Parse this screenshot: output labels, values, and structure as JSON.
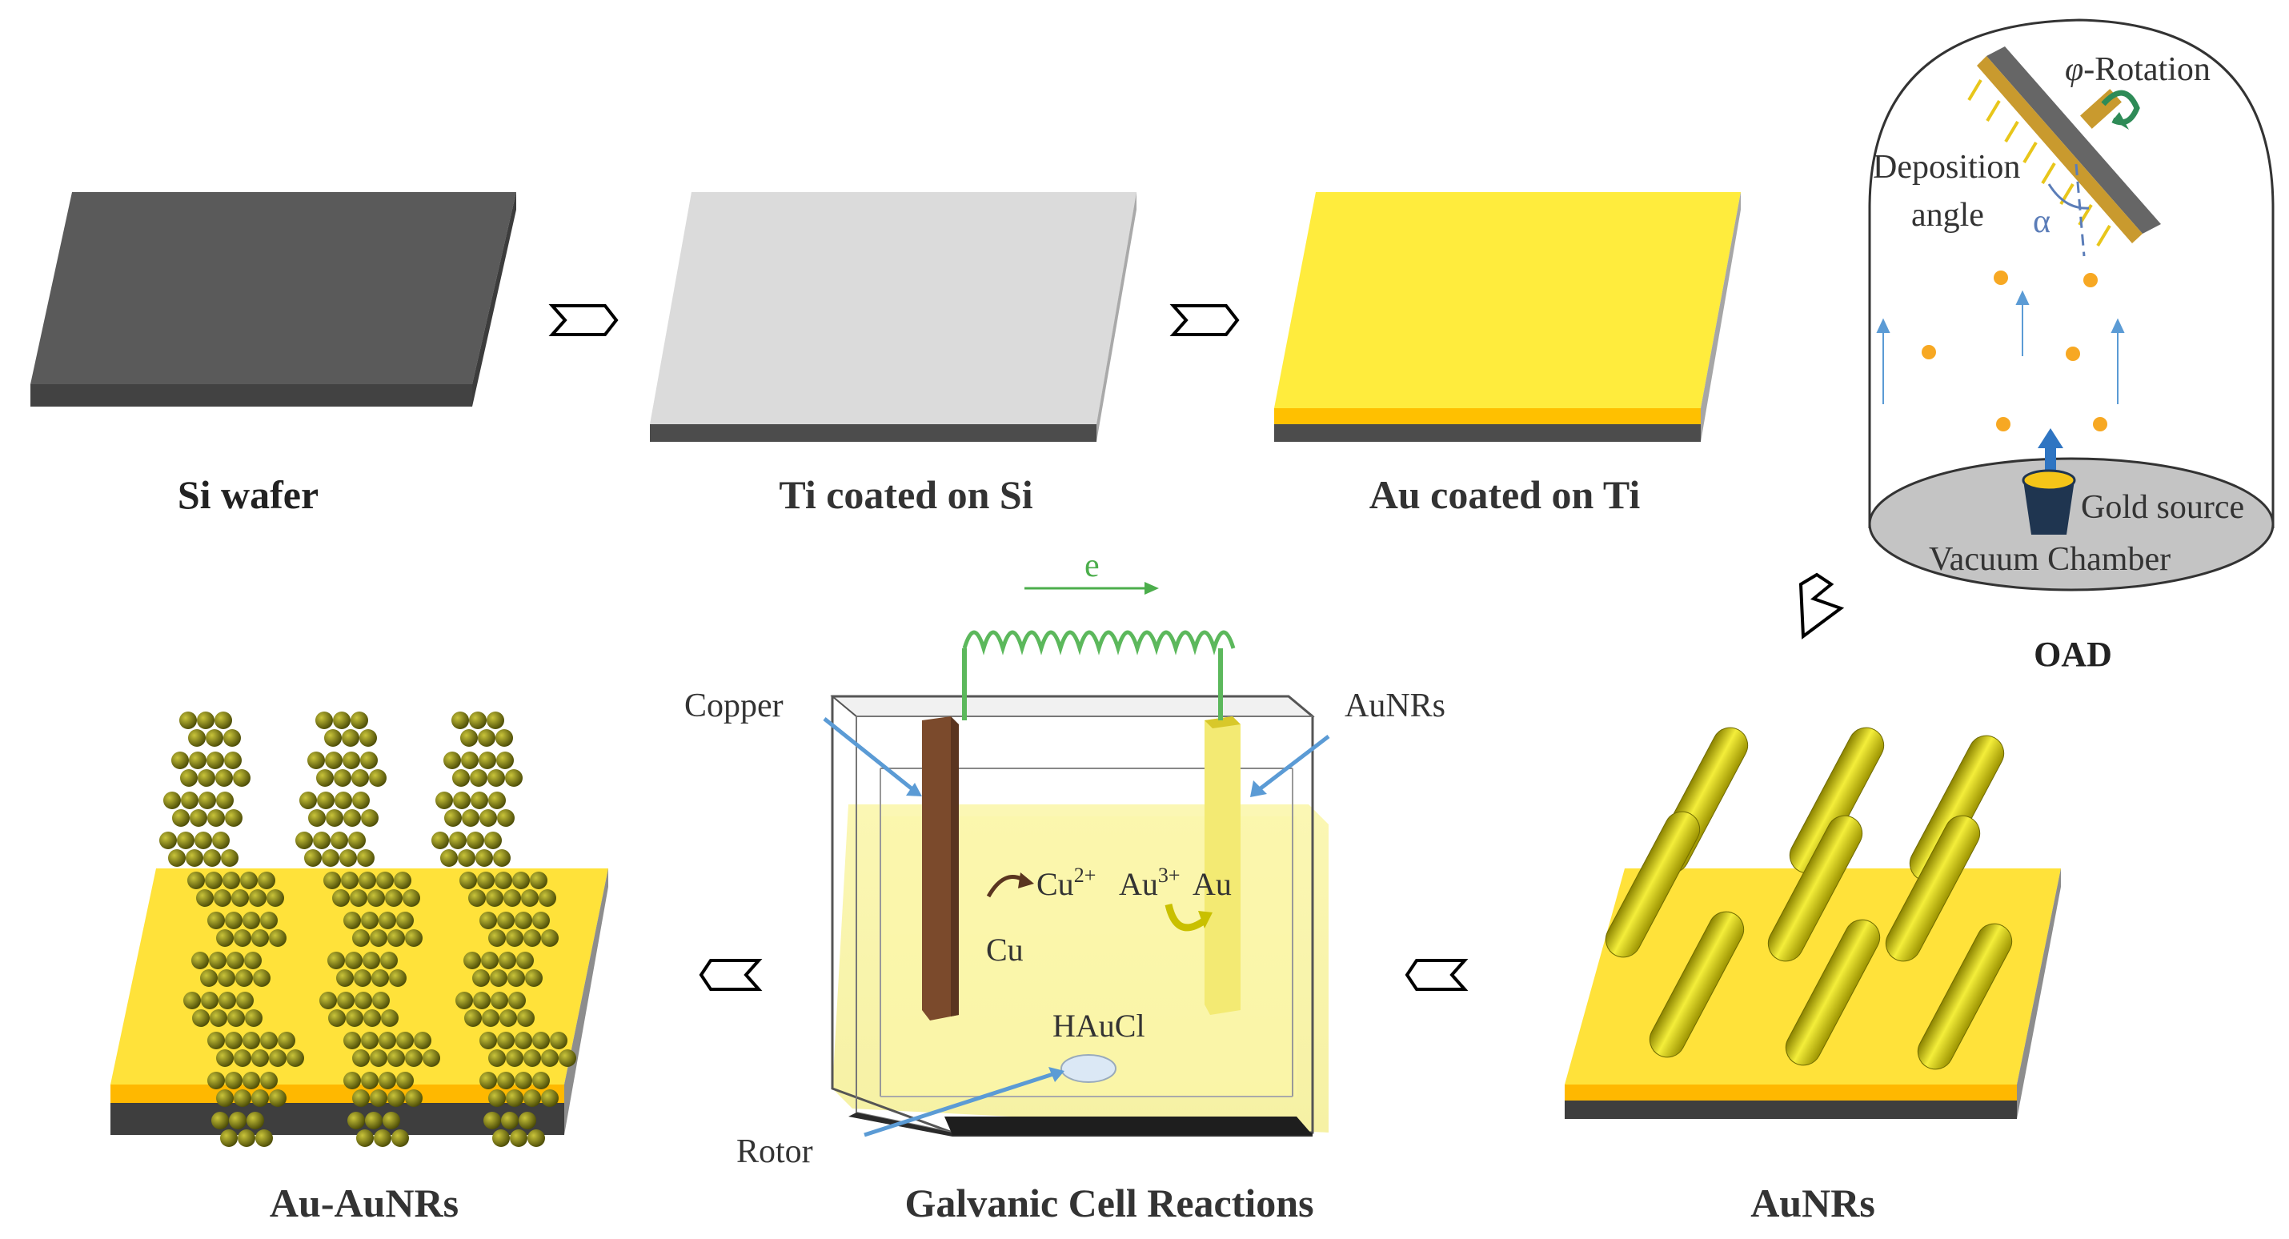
{
  "steps": {
    "si": "Si wafer",
    "ti": "Ti coated on Si",
    "au": "Au coated on Ti",
    "oad": "OAD",
    "aunrs": "AuNRs",
    "galvanic": "Galvanic Cell Reactions",
    "au_aunrs": "Au-AuNRs"
  },
  "oad": {
    "phi_symbol": "φ",
    "rotation": "-Rotation",
    "deposition": "Deposition",
    "angle": "angle",
    "alpha": "α",
    "gold_source": "Gold source",
    "vacuum": "Vacuum Chamber"
  },
  "cell": {
    "electron": "e",
    "copper": "Copper",
    "aunrs": "AuNRs",
    "cu_ion": "Cu",
    "cu_ion_sup": "2+",
    "au_ion": "Au",
    "au_ion_sup": "3+",
    "au_metal": "Au",
    "cu_metal": "Cu",
    "solution": "HAuCl",
    "rotor": "Rotor"
  },
  "colors": {
    "si": "#595959",
    "ti": "#d9d9d9",
    "gold": "#ffeb3b",
    "gold_edge": "#ffc000",
    "rod": "#d4c600",
    "cluster": "#6b6a0a",
    "copper": "#7b4a2c",
    "wire": "#5cb85c",
    "arrow_blue": "#5b9bd5"
  }
}
